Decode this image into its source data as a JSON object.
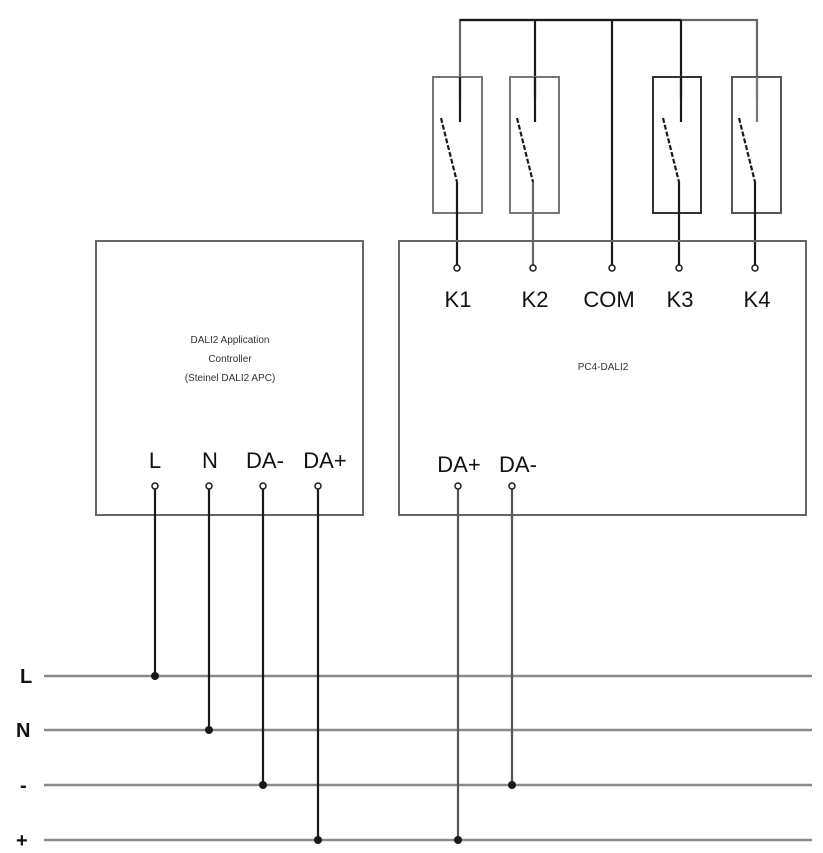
{
  "diagram": {
    "type": "wiring-diagram",
    "controller": {
      "title_line1": "DALI2 Application",
      "title_line2": "Controller",
      "title_line3": "(Steinel DALI2 APC)",
      "terminals": [
        "L",
        "N",
        "DA-",
        "DA+"
      ]
    },
    "module": {
      "title": "PC4-DALI2",
      "top_terminals": [
        "K1",
        "K2",
        "COM",
        "K3",
        "K4"
      ],
      "bottom_terminals": [
        "DA+",
        "DA-"
      ]
    },
    "relays": [
      {
        "id": "K1",
        "icon": "relay-switch-icon"
      },
      {
        "id": "K2",
        "icon": "relay-switch-icon"
      },
      {
        "id": "K3",
        "icon": "relay-switch-icon"
      },
      {
        "id": "K4",
        "icon": "relay-switch-icon"
      }
    ],
    "bus_lines": [
      {
        "label": "L"
      },
      {
        "label": "N"
      },
      {
        "label": "-"
      },
      {
        "label": "+"
      }
    ],
    "colors": {
      "line": "#1a1a1a",
      "box_border": "#555555",
      "bus_line": "#8a8a8a"
    }
  }
}
